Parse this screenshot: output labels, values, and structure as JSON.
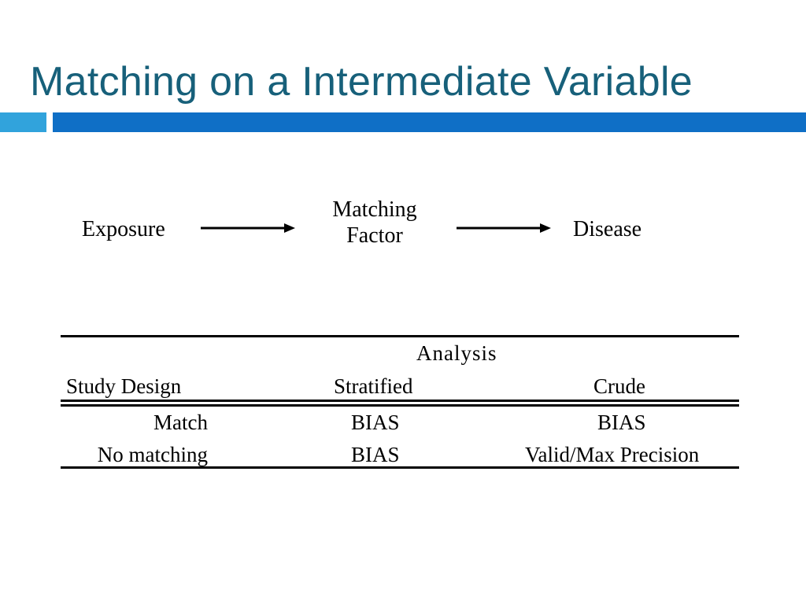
{
  "slide": {
    "title": "Matching on a Intermediate Variable",
    "colors": {
      "title": "#17607a",
      "bar_small": "#31a3dc",
      "bar_large": "#0f6fc6"
    }
  },
  "diagram": {
    "exposure": "Exposure",
    "matching_line1": "Matching",
    "matching_line2": "Factor",
    "disease": "Disease"
  },
  "table": {
    "group_header": "Analysis",
    "headers": [
      "Study Design",
      "Stratified",
      "Crude"
    ],
    "rows": [
      [
        "Match",
        "BIAS",
        "BIAS"
      ],
      [
        "No matching",
        "BIAS",
        "Valid/Max Precision"
      ]
    ]
  }
}
